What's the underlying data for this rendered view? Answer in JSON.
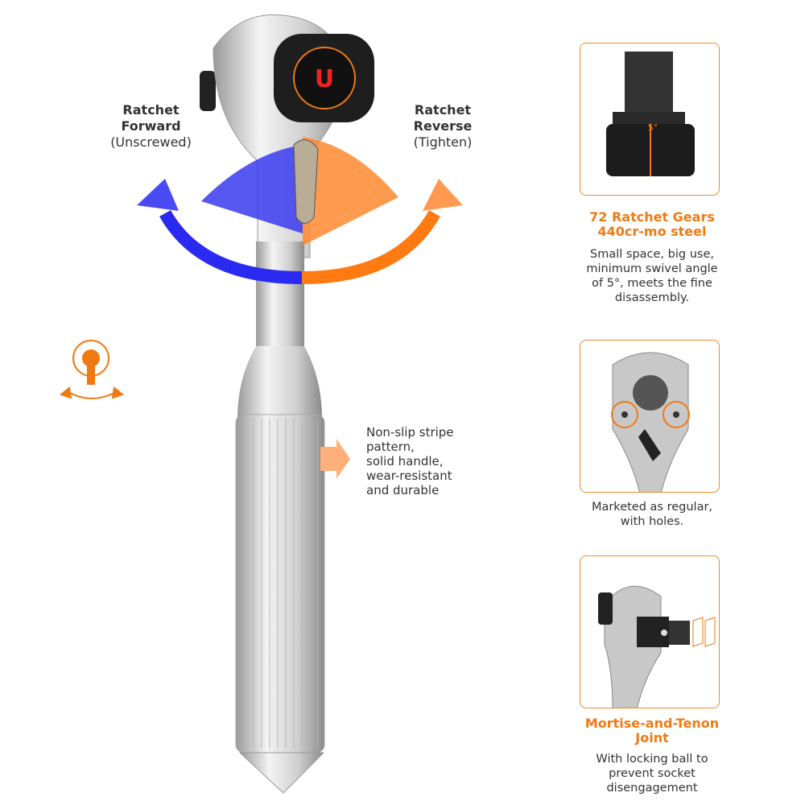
{
  "labels": {
    "forward_title": "Ratchet Forward",
    "forward_sub": "(Unscrewed)",
    "reverse_title": "Ratchet Reverse",
    "reverse_sub": "(Tighten)",
    "handle_note": [
      "Non-slip stripe",
      "pattern,",
      "solid handle,",
      "wear-resistant",
      "and durable"
    ]
  },
  "features": [
    {
      "title": [
        "72 Ratchet Gears",
        "440cr-mo steel"
      ],
      "desc": [
        "Small space, big use,",
        "minimum swivel angle",
        "of 5°, meets the fine",
        "disassembly."
      ],
      "badge": "5°"
    },
    {
      "title": [],
      "desc": [
        "Marketed as regular,",
        "with holes."
      ]
    },
    {
      "title": [
        "Mortise-and-Tenon",
        "Joint"
      ],
      "desc": [
        "With locking ball to",
        "prevent socket",
        "disengagement"
      ]
    }
  ],
  "colors": {
    "accent": "#f07a12",
    "blue": "#2a2af0",
    "orange": "#ff7a10"
  }
}
